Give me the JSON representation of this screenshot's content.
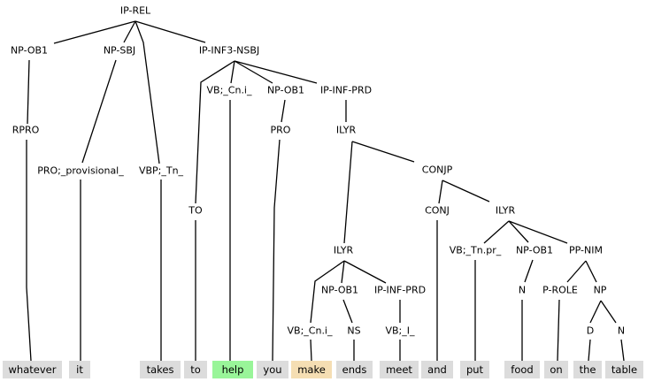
{
  "nodes": {
    "ip_rel": "IP-REL",
    "np_ob1_a": "NP-OB1",
    "np_sbj": "NP-SBJ",
    "ip_inf3_nsbj": "IP-INF3-NSBJ",
    "rpro": "RPRO",
    "pro_prov": "PRO;_provisional_",
    "vbp_tn": "VBP;_Tn_",
    "to": "TO",
    "vb_cni_a": "VB;_Cn.i_",
    "np_ob1_b": "NP-OB1",
    "ip_inf_prd_a": "IP-INF-PRD",
    "pro": "PRO",
    "ilyr_a": "ILYR",
    "conjp": "CONJP",
    "conj": "CONJ",
    "ilyr_b": "ILYR",
    "ilyr_c": "ILYR",
    "vb_tnpr": "VB;_Tn.pr_",
    "np_ob1_c": "NP-OB1",
    "pp_nim": "PP-NIM",
    "np_ob1_d": "NP-OB1",
    "ip_inf_prd_b": "IP-INF-PRD",
    "n_a": "N",
    "p_role": "P-ROLE",
    "np": "NP",
    "vb_cni_b": "VB;_Cn.i_",
    "ns": "NS",
    "vb_i": "VB;_I_",
    "d": "D",
    "n_b": "N"
  },
  "leaves": [
    "whatever",
    "it",
    "takes",
    "to",
    "help",
    "you",
    "make",
    "ends",
    "meet",
    "and",
    "put",
    "food",
    "on",
    "the",
    "table"
  ],
  "colors": {
    "leaf": "#dcdcdc",
    "highlight_help": "#99f599",
    "highlight_make": "#f5deb3"
  }
}
